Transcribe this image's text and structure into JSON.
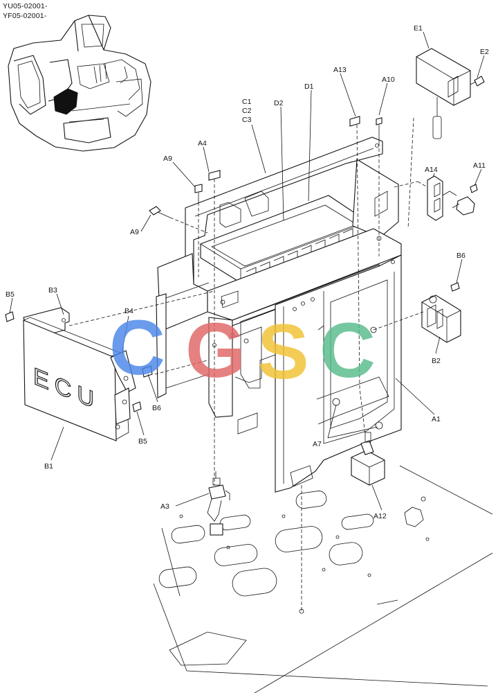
{
  "serials": [
    "YU05-02001-",
    "YF05-02001-"
  ],
  "ecu_text": "ECU",
  "watermark": {
    "letters": [
      "C",
      "G",
      "S",
      "C"
    ],
    "colors": [
      "#4a86e8",
      "#e06666",
      "#f1c232",
      "#57bb8a"
    ]
  },
  "callouts": [
    "E1",
    "E2",
    "A13",
    "A10",
    "D1",
    "C1",
    "C2",
    "C3",
    "D2",
    "A4",
    "A9",
    "A9",
    "A14",
    "A11",
    "B6",
    "B5",
    "B3",
    "B4",
    "B6",
    "B5",
    "B2",
    "A1",
    "A7",
    "B1",
    "A3",
    "A12"
  ]
}
